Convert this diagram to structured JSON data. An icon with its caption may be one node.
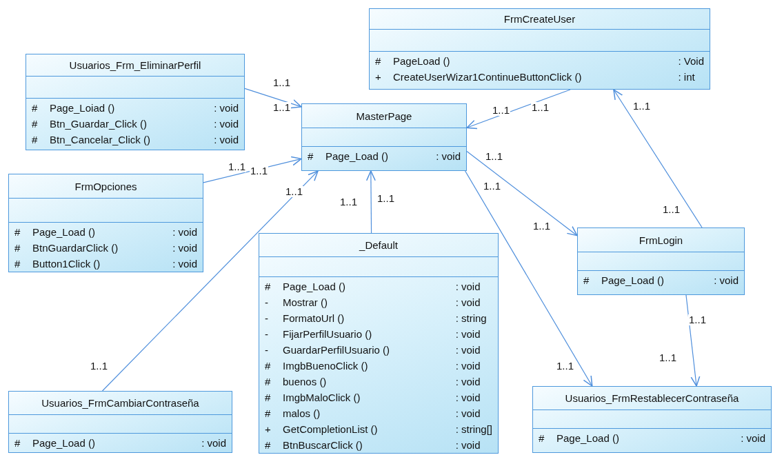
{
  "diagram": {
    "nodes": [
      {
        "text": [
          "FrmCreateUser",
          "#",
          "PageLoad ()",
          ": Void",
          "+",
          "CreateUserWizar1ContinueButtonClick ()",
          ": int"
        ]
      },
      {
        "text": [
          "Usuarios_Frm_EliminarPerfil",
          "#",
          "Page_Loiad ()",
          ": void",
          "#",
          "Btn_Guardar_Click ()",
          ": void",
          "#",
          "Btn_Cancelar_Click ()",
          ": void"
        ]
      },
      {
        "text": [
          "MasterPage",
          "#",
          "Page_Load ()",
          ": void"
        ]
      },
      {
        "text": [
          "FrmOpciones",
          "#",
          "Page_Load ()",
          ": void",
          "#",
          "BtnGuardarClick ()",
          ": void",
          "#",
          "Button1Click ()",
          ": void"
        ]
      },
      {
        "text": [
          "_Default",
          "#",
          "Page_Load ()",
          ": void",
          "-",
          "Mostrar ()",
          ": void",
          "-",
          "FormatoUrl ()",
          ": string",
          "-",
          "FijarPerfilUsuario ()",
          ": void",
          "-",
          "GuardarPerfilUsuario ()",
          ": void",
          "#",
          "ImgbBuenoClick ()",
          ": void",
          "#",
          "buenos ()",
          ": void",
          "#",
          "ImgbMaloClick ()",
          ": void",
          "#",
          "malos ()",
          ": void",
          "+",
          "GetCompletionList ()",
          ": string[]",
          "#",
          "BtnBuscarClick ()",
          ": void"
        ]
      },
      {
        "text": [
          "FrmLogin",
          "#",
          "Page_Load ()",
          ": void"
        ]
      },
      {
        "text": [
          "Usuarios_FrmCambiarContraseña",
          "#",
          "Page_Load ()",
          ": void"
        ]
      },
      {
        "text": [
          "Usuarios_FrmRestablecerContraseña",
          "#",
          "Page_Load ()",
          ": void"
        ]
      }
    ],
    "edges": [
      {
        "from": 1,
        "to": 2,
        "arrow": "to",
        "label": "1..1"
      },
      {
        "from": 0,
        "to": 2,
        "arrow": "to",
        "label": "1..1"
      },
      {
        "from": 3,
        "to": 2,
        "arrow": "to",
        "label": "1..1"
      },
      {
        "from": 6,
        "to": 2,
        "arrow": "to",
        "label": "1..1"
      },
      {
        "from": 4,
        "to": 2,
        "arrow": "to",
        "label": "1..1"
      },
      {
        "from": 2,
        "to": 5,
        "arrow": "to",
        "label": "1..1"
      },
      {
        "from": 2,
        "to": 7,
        "arrow": "to",
        "label": "1..1"
      },
      {
        "from": 5,
        "to": 0,
        "arrow": "to",
        "label": "1..1"
      },
      {
        "from": 5,
        "to": 7,
        "arrow": "to",
        "label": "1..1"
      }
    ],
    "labels": [
      "1..1",
      "1..1",
      "1..1",
      "1..1",
      "1..1",
      "1..1",
      "1..1",
      "1..1",
      "1..1"
    ]
  }
}
